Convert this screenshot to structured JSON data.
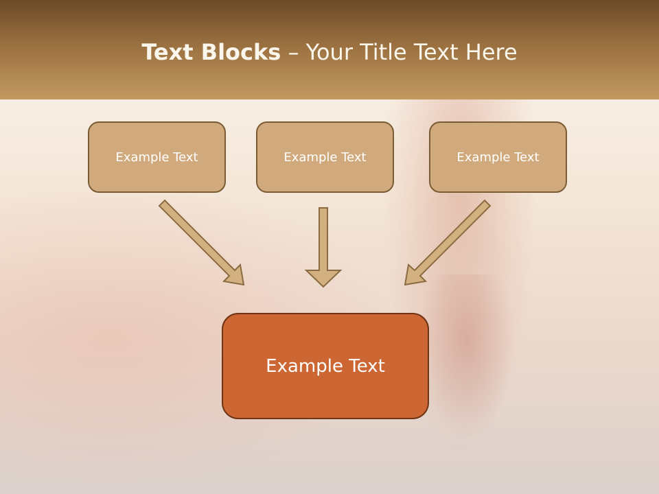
{
  "slide": {
    "title_bold": "Text Blocks",
    "title_rest": " – Your Title Text Here"
  },
  "boxes": {
    "left": "Example Text",
    "center": "Example Text",
    "right": "Example Text",
    "bottom": "Example Text"
  },
  "colors": {
    "small_fill": "#d0aa7c",
    "small_border": "#7a5c34",
    "big_fill": "#cc6633",
    "big_border": "#6e3414",
    "arrow_fill": "#d3b080",
    "arrow_stroke": "#8a6a40"
  }
}
